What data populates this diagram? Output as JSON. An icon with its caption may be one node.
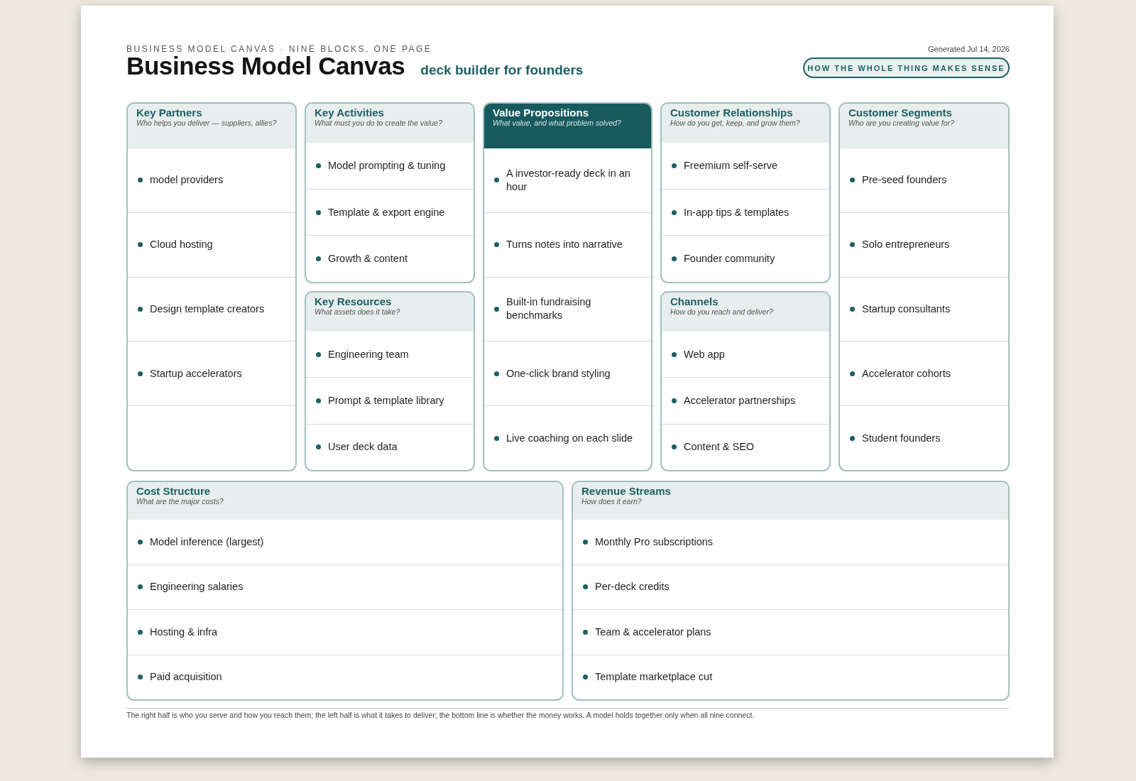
{
  "diagram": {
    "title": "Business Model Canvas",
    "caption": "The right half is who you serve and how you reach them; the left half is what it takes to deliver; the bottom line is whether the money works. A model holds together only when all nine connect.",
    "nodes": [
      {
        "text": [
          "HOW THE WHOLE THING MAKES SENSE"
        ]
      },
      {
        "text": [
          "Key Partners",
          "Who helps you deliver — suppliers, allies?",
          "model providers",
          "Cloud hosting",
          "Design template creators",
          "Startup accelerators"
        ]
      },
      {
        "text": [
          "Key Activities",
          "What must you do to create the value?",
          "Model prompting & tuning",
          "Template & export engine",
          "Growth & content"
        ]
      },
      {
        "text": [
          "Key Resources",
          "What assets does it take?",
          "Engineering team",
          "Prompt & template library",
          "User deck data"
        ]
      },
      {
        "text": [
          "Value Propositions",
          "What value, and what problem solved?",
          "A investor-ready deck in an hour",
          "Turns notes into narrative",
          "Built-in fundraising benchmarks",
          "One-click brand styling",
          "Live coaching on each slide"
        ]
      },
      {
        "text": [
          "Customer Relationships",
          "How do you get, keep, and grow them?",
          "Freemium self-serve",
          "In-app tips & templates",
          "Founder community"
        ]
      },
      {
        "text": [
          "Channels",
          "How do you reach and deliver?",
          "Web app",
          "Accelerator partnerships",
          "Content & SEO"
        ]
      },
      {
        "text": [
          "Customer Segments",
          "Who are you creating value for?",
          "Pre-seed founders",
          "Solo entrepreneurs",
          "Startup consultants",
          "Accelerator cohorts",
          "Student founders"
        ]
      },
      {
        "text": [
          "Cost Structure",
          "What are the major costs?",
          "Model inference (largest)",
          "Engineering salaries",
          "Hosting & infra",
          "Paid acquisition"
        ]
      },
      {
        "text": [
          "Revenue Streams",
          "How does it earn?",
          "Monthly Pro subscriptions",
          "Per-deck credits",
          "Team & accelerator plans",
          "Template marketplace cut"
        ]
      }
    ],
    "labels": [
      "BUSINESS MODEL CANVAS · NINE BLOCKS, ONE PAGE",
      "deck builder for founders",
      "Generated Jul 14, 2026"
    ]
  }
}
